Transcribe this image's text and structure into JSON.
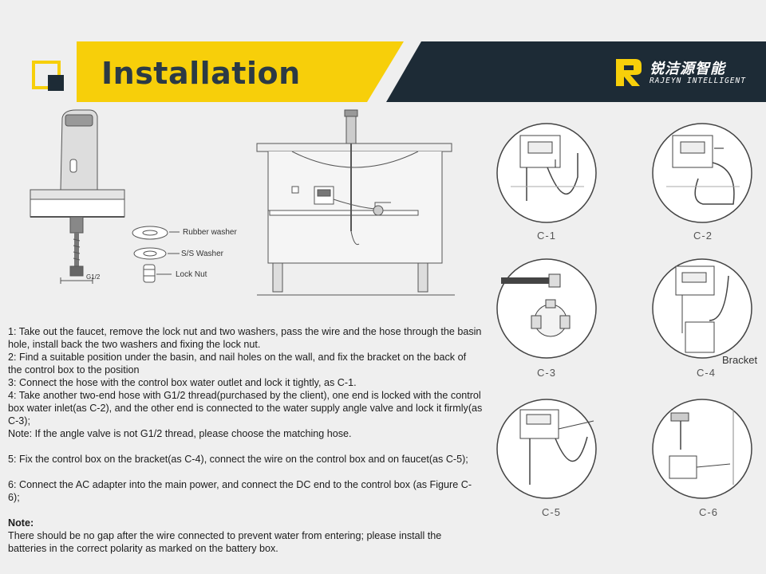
{
  "header": {
    "title": "Installation",
    "brand_cn": "锐洁源智能",
    "brand_en": "RAJEYN INTELLIGENT",
    "colors": {
      "yellow": "#f7cf0a",
      "navy": "#1d2b36",
      "title": "#2b3a45"
    }
  },
  "main_figure": {
    "parts": [
      {
        "label": "Rubber washer"
      },
      {
        "label": "S/S Washer"
      },
      {
        "label": "Lock Nut"
      }
    ],
    "thread_label": "G1/2"
  },
  "instructions": [
    "1: Take out the faucet, remove the lock nut and two washers, pass the wire and the hose through the basin hole, install back the two washers and fixing the lock nut.",
    "2: Find a suitable position under the basin, and nail holes on the wall, and fix the bracket on the back of the control box to the position",
    "3: Connect the hose with the control box water outlet and lock it tightly, as C-1.",
    "4: Take another two-end hose with G1/2 thread(purchased by the client), one end is locked with the control box water inlet(as C-2), and the other end is connected to the water supply angle valve and lock it firmly(as C-3);",
    "Note: If the angle valve is not G1/2 thread, please choose the matching hose.",
    "",
    "5: Fix the control box on the bracket(as C-4), connect the wire on the control box and on faucet(as C-5);",
    "",
    "6: Connect the AC adapter into the main power, and connect the DC end to the control box (as Figure C-6);",
    ""
  ],
  "note": {
    "title": "Note:",
    "text": "There should be no gap after the wire connected to prevent water from entering; please install the batteries in the correct polarity as marked on the battery box."
  },
  "figures": [
    {
      "label": "C-1"
    },
    {
      "label": "C-2"
    },
    {
      "label": "C-3"
    },
    {
      "label": "C-4"
    },
    {
      "label": "C-5"
    },
    {
      "label": "C-6"
    }
  ],
  "bracket_label": "Bracket"
}
